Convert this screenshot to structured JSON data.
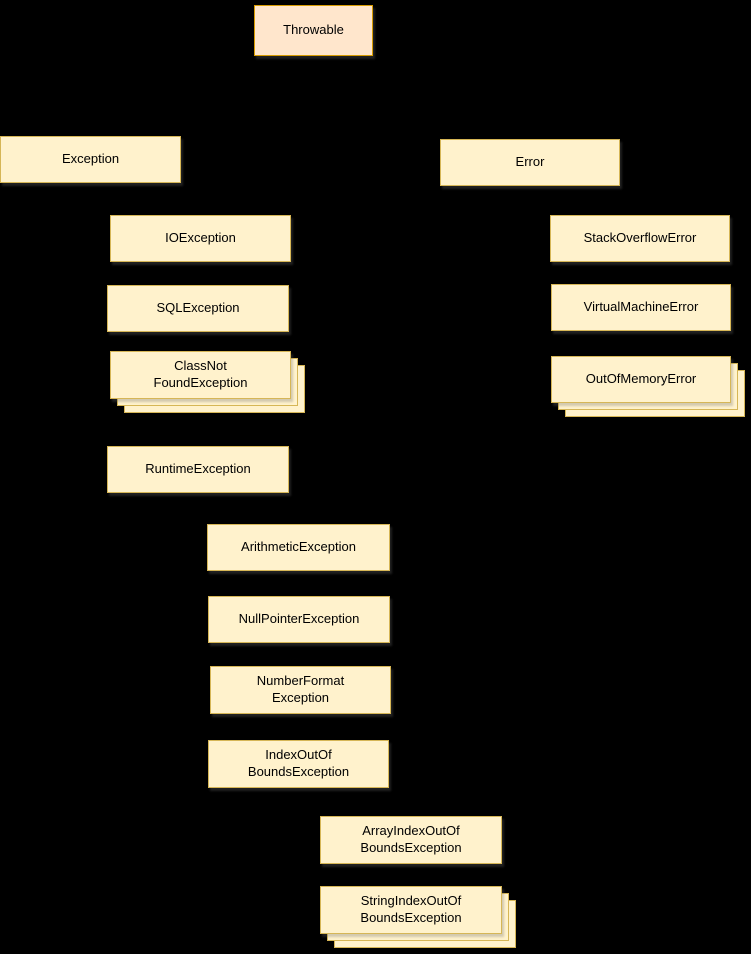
{
  "colors": {
    "background": "#000000",
    "node-fill": "#FFF2CC",
    "node-border": "#D6B656",
    "root-fill": "#FFE6CC",
    "root-border": "#D79B00",
    "text": "#000000"
  },
  "nodes": {
    "throwable": {
      "label": "Throwable"
    },
    "exception": {
      "label": "Exception"
    },
    "error": {
      "label": "Error"
    },
    "io_exception": {
      "label": "IOException"
    },
    "sql_exception": {
      "label": "SQLException"
    },
    "class_not_found_exception": {
      "label": "ClassNot\nFoundException"
    },
    "runtime_exception": {
      "label": "RuntimeException"
    },
    "arithmetic_exception": {
      "label": "ArithmeticException"
    },
    "null_pointer_exception": {
      "label": "NullPointerException"
    },
    "number_format_exception": {
      "label": "NumberFormat\nException"
    },
    "index_out_of_bounds_exception": {
      "label": "IndexOutOf\nBoundsException"
    },
    "array_index_out_of_bounds_exception": {
      "label": "ArrayIndexOutOf\nBoundsException"
    },
    "string_index_out_of_bounds_exception": {
      "label": "StringIndexOutOf\nBoundsException"
    },
    "stack_overflow_error": {
      "label": "StackOverflowError"
    },
    "virtual_machine_error": {
      "label": "VirtualMachineError"
    },
    "out_of_memory_error": {
      "label": "OutOfMemoryError"
    }
  }
}
